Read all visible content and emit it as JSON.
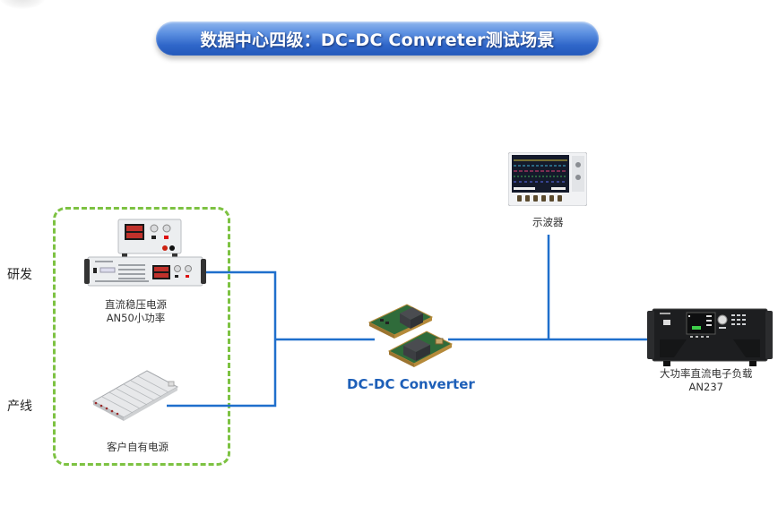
{
  "title": "数据中心四级：DC-DC Convreter测试场景",
  "colors": {
    "wire": "#1f6fcc",
    "dashed_box": "#7dc242",
    "title_bg": "#3a70d0",
    "dcdc_label": "#1d5fb8"
  },
  "side_labels": {
    "rnd": "研发",
    "production": "产线"
  },
  "devices": {
    "dc_power_supply": {
      "line1": "直流稳压电源",
      "line2": "AN50小功率",
      "icon": "dc-power-supply-icon"
    },
    "customer_power": {
      "line1": "客户自有电源",
      "icon": "power-module-icon"
    },
    "oscilloscope": {
      "line1": "示波器",
      "icon": "oscilloscope-icon"
    },
    "dcdc_converter": {
      "line1": "DC-DC Converter",
      "icon": "dcdc-board-icon"
    },
    "electronic_load": {
      "line1": "大功率直流电子负载",
      "line2": "AN237",
      "icon": "electronic-load-icon"
    }
  }
}
